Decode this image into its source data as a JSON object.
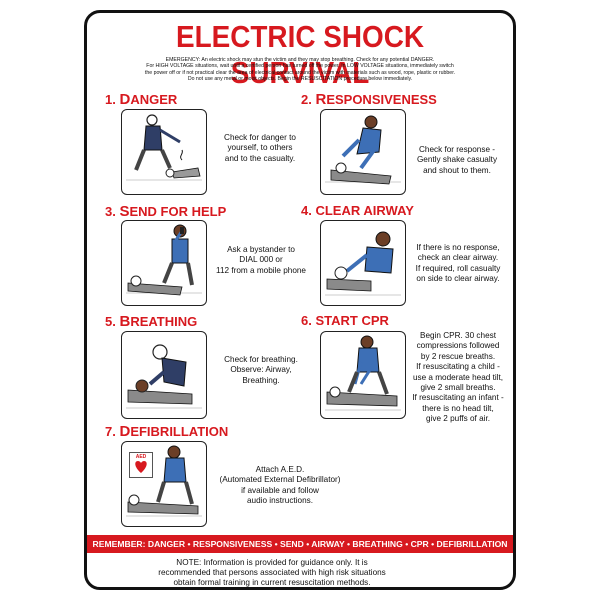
{
  "title": "ELECTRIC SHOCK SURVIVAL",
  "intro": [
    "EMERGENCY: An electric shock may stun the victim and they may stop breathing. Check for any potential DANGER.",
    "For HIGH VOLTAGE situations, wait until a certified person has turned off the power. In LOW VOLTAGE situations, immediately switch",
    "the power off or if not practical clear the area of electrical contact around the victim with materials such as wood, rope, plastic or rubber.",
    "Do not use any metal or moist objects. Begin the RESUSCITATION procedure below immediately."
  ],
  "steps": [
    {
      "num": "1.",
      "cap": "D",
      "rest": "ANGER",
      "icon": "danger-illustration",
      "desc": [
        "Check for danger to",
        "yourself, to others",
        "and to the casualty."
      ]
    },
    {
      "num": "2.",
      "cap": "R",
      "rest": "ESPONSIVENESS",
      "icon": "responsiveness-illustration",
      "desc": [
        "Check for response -",
        "Gently shake casualty",
        "and shout to them."
      ]
    },
    {
      "num": "3.",
      "cap": "S",
      "rest": "END FOR HELP",
      "icon": "send-for-help-illustration",
      "desc": [
        "Ask a bystander to",
        "DIAL 000 or",
        "112 from a mobile phone"
      ]
    },
    {
      "num": "4.",
      "cap": "",
      "rest": "CLEAR AIRWAY",
      "icon": "clear-airway-illustration",
      "desc": [
        "If there is no response,",
        "check an clear airway.",
        "If required, roll casualty",
        "on side to clear airway."
      ]
    },
    {
      "num": "5.",
      "cap": "B",
      "rest": "REATHING",
      "icon": "breathing-illustration",
      "desc": [
        "Check for breathing.",
        "Observe: Airway,",
        "Breathing."
      ]
    },
    {
      "num": "6.",
      "cap": "",
      "rest": "START CPR",
      "icon": "cpr-illustration",
      "desc": [
        "Begin CPR. 30 chest",
        "compressions followed",
        "by 2 rescue breaths.",
        "If resuscitating a child -",
        "use a moderate head tilt,",
        "give 2 small breaths.",
        "If resuscitating an infant -",
        "there is no head tilt,",
        "give 2 puffs of air."
      ]
    },
    {
      "num": "7.",
      "cap": "D",
      "rest": "EFIBRILLATION",
      "icon": "defibrillation-illustration",
      "desc": [
        "Attach A.E.D.",
        "(Automated External Defibrillator)",
        "if available and follow",
        "audio instructions."
      ]
    }
  ],
  "aed_label": "AED",
  "remember": "REMEMBER: DANGER • RESPONSIVENESS • SEND • AIRWAY • BREATHING • CPR • DEFIBRILLATION",
  "note": [
    "NOTE: Information is provided for guidance only. It is",
    "recommended that persons associated with high risk situations",
    "obtain formal training in current resuscitation methods."
  ],
  "colors": {
    "accent": "#d7191f",
    "ink": "#111111"
  }
}
